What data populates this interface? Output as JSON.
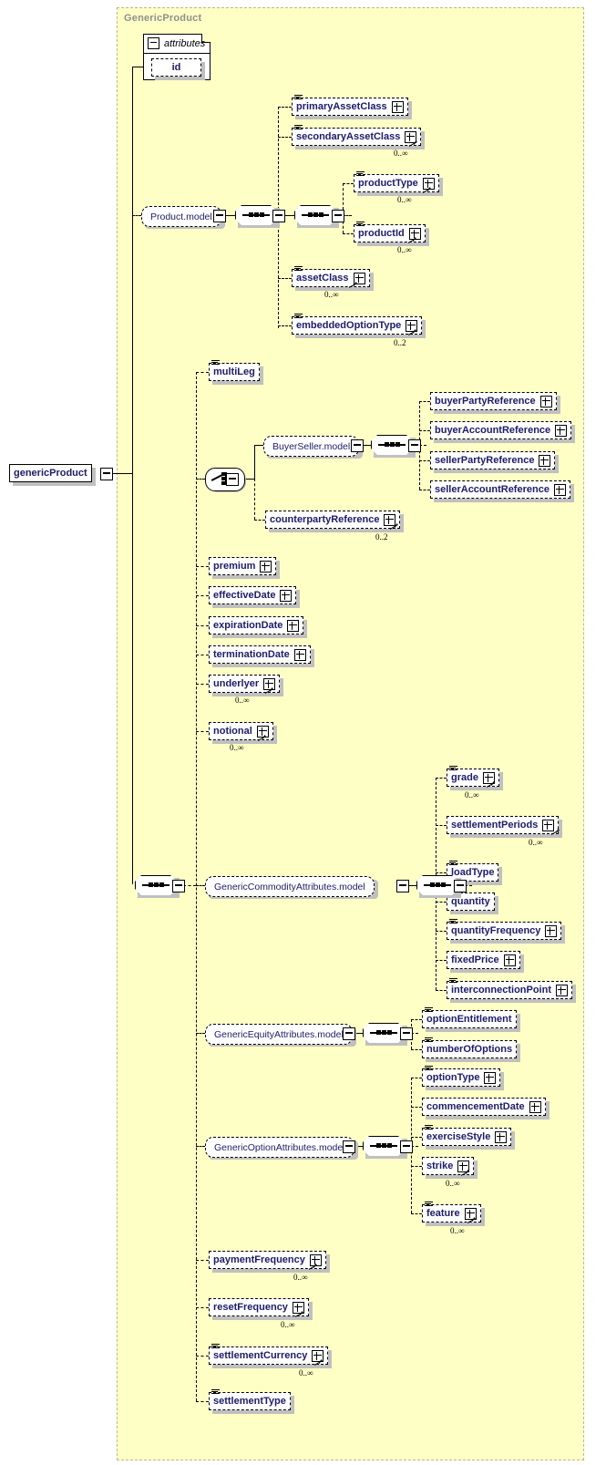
{
  "diagram": {
    "type": "xsd-schema-diagram",
    "root_element": "genericProduct",
    "container_label": "GenericProduct",
    "attributes_label": "attributes",
    "attribute_items": [
      "id"
    ],
    "cardinality_unbounded": "0..∞",
    "cardinality_0_2": "0..2"
  },
  "nodes": {
    "product_model": "Product.model",
    "primary_asset_class": "primaryAssetClass",
    "secondary_asset_class": "secondaryAssetClass",
    "product_type": "productType",
    "product_id": "productId",
    "asset_class": "assetClass",
    "embedded_option_type": "embeddedOptionType",
    "multi_leg": "multiLeg",
    "buyer_seller_model": "BuyerSeller.model",
    "buyer_party_reference": "buyerPartyReference",
    "buyer_account_reference": "buyerAccountReference",
    "seller_party_reference": "sellerPartyReference",
    "seller_account_reference": "sellerAccountReference",
    "counterparty_reference": "counterpartyReference",
    "premium": "premium",
    "effective_date": "effectiveDate",
    "expiration_date": "expirationDate",
    "termination_date": "terminationDate",
    "underlyer": "underlyer",
    "notional": "notional",
    "generic_commodity_attributes_model": "GenericCommodityAttributes.model",
    "grade": "grade",
    "settlement_periods": "settlementPeriods",
    "load_type": "loadType",
    "quantity": "quantity",
    "quantity_frequency": "quantityFrequency",
    "fixed_price": "fixedPrice",
    "interconnection_point": "interconnectionPoint",
    "generic_equity_attributes_model": "GenericEquityAttributes.model",
    "option_entitlement": "optionEntitlement",
    "number_of_options": "numberOfOptions",
    "generic_option_attributes_model": "GenericOptionAttributes.model",
    "option_type": "optionType",
    "commencement_date": "commencementDate",
    "exercise_style": "exerciseStyle",
    "strike": "strike",
    "feature": "feature",
    "payment_frequency": "paymentFrequency",
    "reset_frequency": "resetFrequency",
    "settlement_currency": "settlementCurrency",
    "settlement_type": "settlementType"
  },
  "cardinalities": {
    "secondary_asset_class": "0..∞",
    "product_type": "0..∞",
    "product_id": "0..∞",
    "asset_class": "0..∞",
    "embedded_option_type": "0..2",
    "counterparty_reference": "0..2",
    "underlyer": "0..∞",
    "notional": "0..∞",
    "grade": "0..∞",
    "settlement_periods": "0..∞",
    "strike": "0..∞",
    "feature": "0..∞",
    "payment_frequency": "0..∞",
    "reset_frequency": "0..∞",
    "settlement_currency": "0..∞"
  },
  "colors": {
    "container_bg": "#feffc4",
    "container_border": "#b9b98a",
    "node_text": "#1b1b6f",
    "title_text": "#8f8f8f",
    "shadow": "#c0c0c0",
    "line": "#000000"
  }
}
